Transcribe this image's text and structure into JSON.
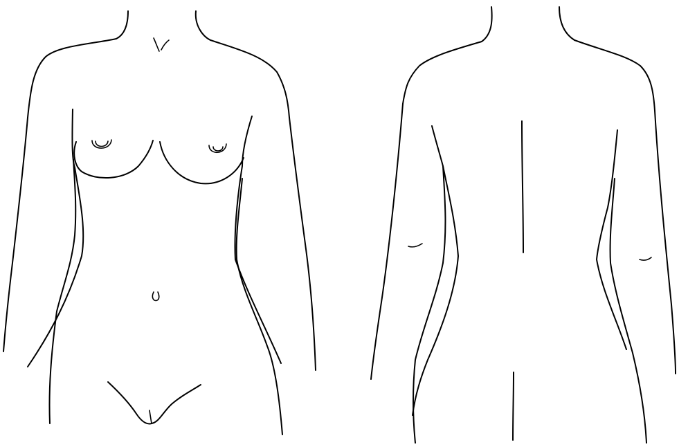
{
  "figure": {
    "background_color": "#ffffff",
    "line_color": "#000000",
    "views": [
      {
        "id": "front",
        "style": "line-drawing"
      },
      {
        "id": "back",
        "style": "line-drawing"
      }
    ]
  }
}
